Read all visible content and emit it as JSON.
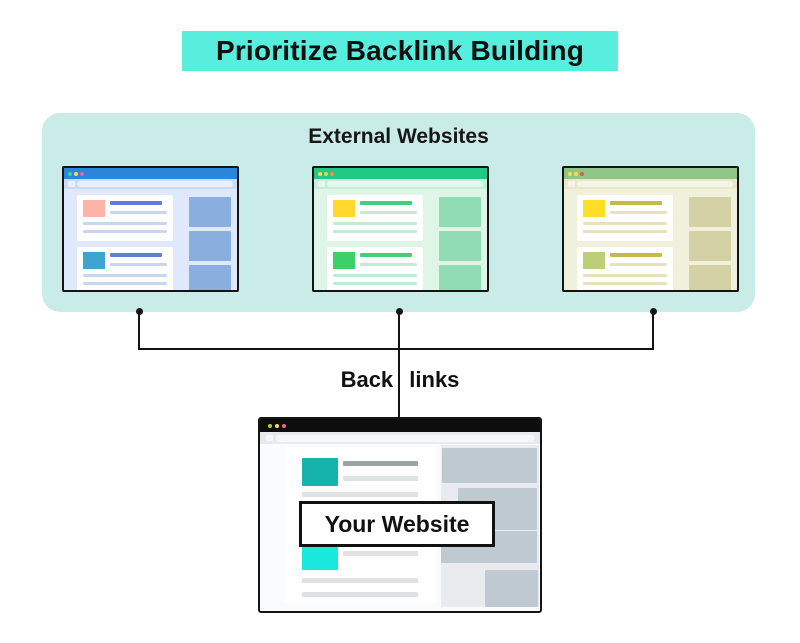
{
  "palette": {
    "highlight": "#57EEDE",
    "container": "#C9ECE8",
    "connector": "#141414",
    "heading": "#101010",
    "page_bg": "#FFFFFF"
  },
  "title": {
    "text": "Prioritize Backlink Building"
  },
  "external_websites": {
    "label": "External Websites",
    "browsers": [
      {
        "theme": "blue",
        "colors": {
          "bar": "#2B85DB",
          "dot1": "#35D39E",
          "dot2": "#FFD94D",
          "dot3": "#F0609F",
          "addr": "#CADCF4",
          "pill": "#E8F0FB",
          "body": "#DFE9FB",
          "card": "#FFFFFF",
          "thumb1": "#FFB4A8",
          "accent": "#5F7FD6",
          "line": "#C9D6F0",
          "thumb2": "#3DA5CF",
          "block": "#8AAEDE"
        }
      },
      {
        "theme": "green",
        "colors": {
          "bar": "#21C987",
          "dot1": "#FFD94D",
          "dot2": "#C3E05A",
          "dot3": "#FF8C42",
          "addr": "#C6EEDA",
          "pill": "#E4F8ED",
          "body": "#DEF5E7",
          "card": "#FFFFFF",
          "thumb1": "#FFD92E",
          "accent": "#44CF7C",
          "line": "#C5EAD4",
          "thumb2": "#3BD168",
          "block": "#90DCB4"
        }
      },
      {
        "theme": "olive",
        "colors": {
          "bar": "#8DC687",
          "dot1": "#FFD94D",
          "dot2": "#FFD94D",
          "dot3": "#E05B4B",
          "addr": "#E9E8CD",
          "pill": "#F6F4E4",
          "body": "#F1F0DC",
          "card": "#FFFFFF",
          "thumb1": "#FFDF25",
          "accent": "#C3B94D",
          "line": "#E6E2BA",
          "thumb2": "#BCCF78",
          "block": "#D4D2A4"
        }
      }
    ]
  },
  "backlinks": {
    "label": "Back links"
  },
  "your_website": {
    "label": "Your Website",
    "browser": {
      "theme": "gray",
      "colors": {
        "bar": "#0D0D0D",
        "dot1": "#B9CC3E",
        "dot2": "#FFD94D",
        "dot3": "#F0609F",
        "addr": "#E8EAED",
        "pill": "#F6F7F9",
        "body": "#FAFBFC",
        "card": "#FFFFFF",
        "thumb1": "#16B3AC",
        "accent": "#9DA2A5",
        "line": "#DFE1E3",
        "thumb2": "#1AE8DE",
        "sidebar": "#E9EBEE",
        "block": "#BFC9D2"
      }
    }
  }
}
